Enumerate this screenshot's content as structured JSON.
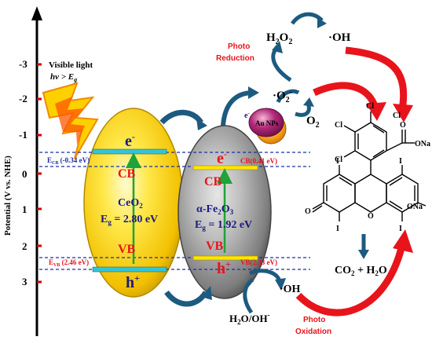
{
  "axis": {
    "label": "Potential (V vs. NHE)",
    "ticks": [
      "-3",
      "-2",
      "-1",
      "0",
      "1",
      "2",
      "3"
    ]
  },
  "light": {
    "line1": "Visible light",
    "line2_main": "hv > E",
    "line2_sub": "g"
  },
  "ceo2": {
    "e_label": "e",
    "e_sup": "-",
    "cb": "CB",
    "vb": "VB",
    "name_main": "CeO",
    "name_sub": "2",
    "eg_main": "E",
    "eg_sub": "g",
    "eg_value": " = 2.80 eV",
    "h_label": "h",
    "h_sup": "+"
  },
  "fe2o3": {
    "e_label": "e",
    "e_sup": "-",
    "cb": "CB",
    "vb": "VB",
    "name_main": "α-Fe",
    "name_sub1": "2",
    "name_mid": "O",
    "name_sub2": "3",
    "eg_main": "E",
    "eg_sub": "g",
    "eg_value": " = 1.92 eV",
    "h_label": "h",
    "h_sup": "+"
  },
  "levels": {
    "ecb_main": "E",
    "ecb_sub": "CB",
    "ecb_val": " (-0.34 eV)",
    "evb_main": "E",
    "evb_sub": "VB",
    "evb_val": " (2.46 eV)",
    "fe_cb": "CB(0.41 eV)",
    "fe_vb": "VB(2.33 eV)"
  },
  "au": {
    "label": "Au NPs",
    "e_label": "e",
    "e_sup": "-"
  },
  "species": {
    "h2o2_main": "H",
    "h2o2_sub1": "2",
    "h2o2_mid": "O",
    "h2o2_sub2": "2",
    "oh_top": "·OH",
    "o2rad": "·O",
    "o2rad_sub": "2",
    "o2rad_sup": "-",
    "o2_main": "O",
    "o2_sub": "2",
    "oh_bottom": "·OH",
    "h2o_oh": "H",
    "h2o_oh_sub": "2",
    "h2o_oh_rest": "O/OH",
    "h2o_oh_sup": "-",
    "products": "CO",
    "products_sub": "2",
    "products_rest": " + H",
    "products_sub2": "2",
    "products_end": "O"
  },
  "processes": {
    "reduction_1": "Photo",
    "reduction_2": "Reduction",
    "oxidation_1": "Photo",
    "oxidation_2": "Oxidation"
  },
  "molecule": {
    "atoms": [
      "Cl",
      "Cl",
      "Cl",
      "Cl",
      "O",
      "ONa",
      "I",
      "I",
      "O",
      "O",
      "I",
      "I",
      "ONa"
    ]
  },
  "colors": {
    "accent_red": "#e8141b",
    "dark_blue": "#1f3b7a",
    "arrow_teal": "#1d5a7f",
    "band_cyan": "#35c4d4",
    "band_yellow": "#ffe600",
    "green_arrow": "#1fa33a",
    "gold": "#f5c400",
    "gray": "#7a7a7a"
  }
}
